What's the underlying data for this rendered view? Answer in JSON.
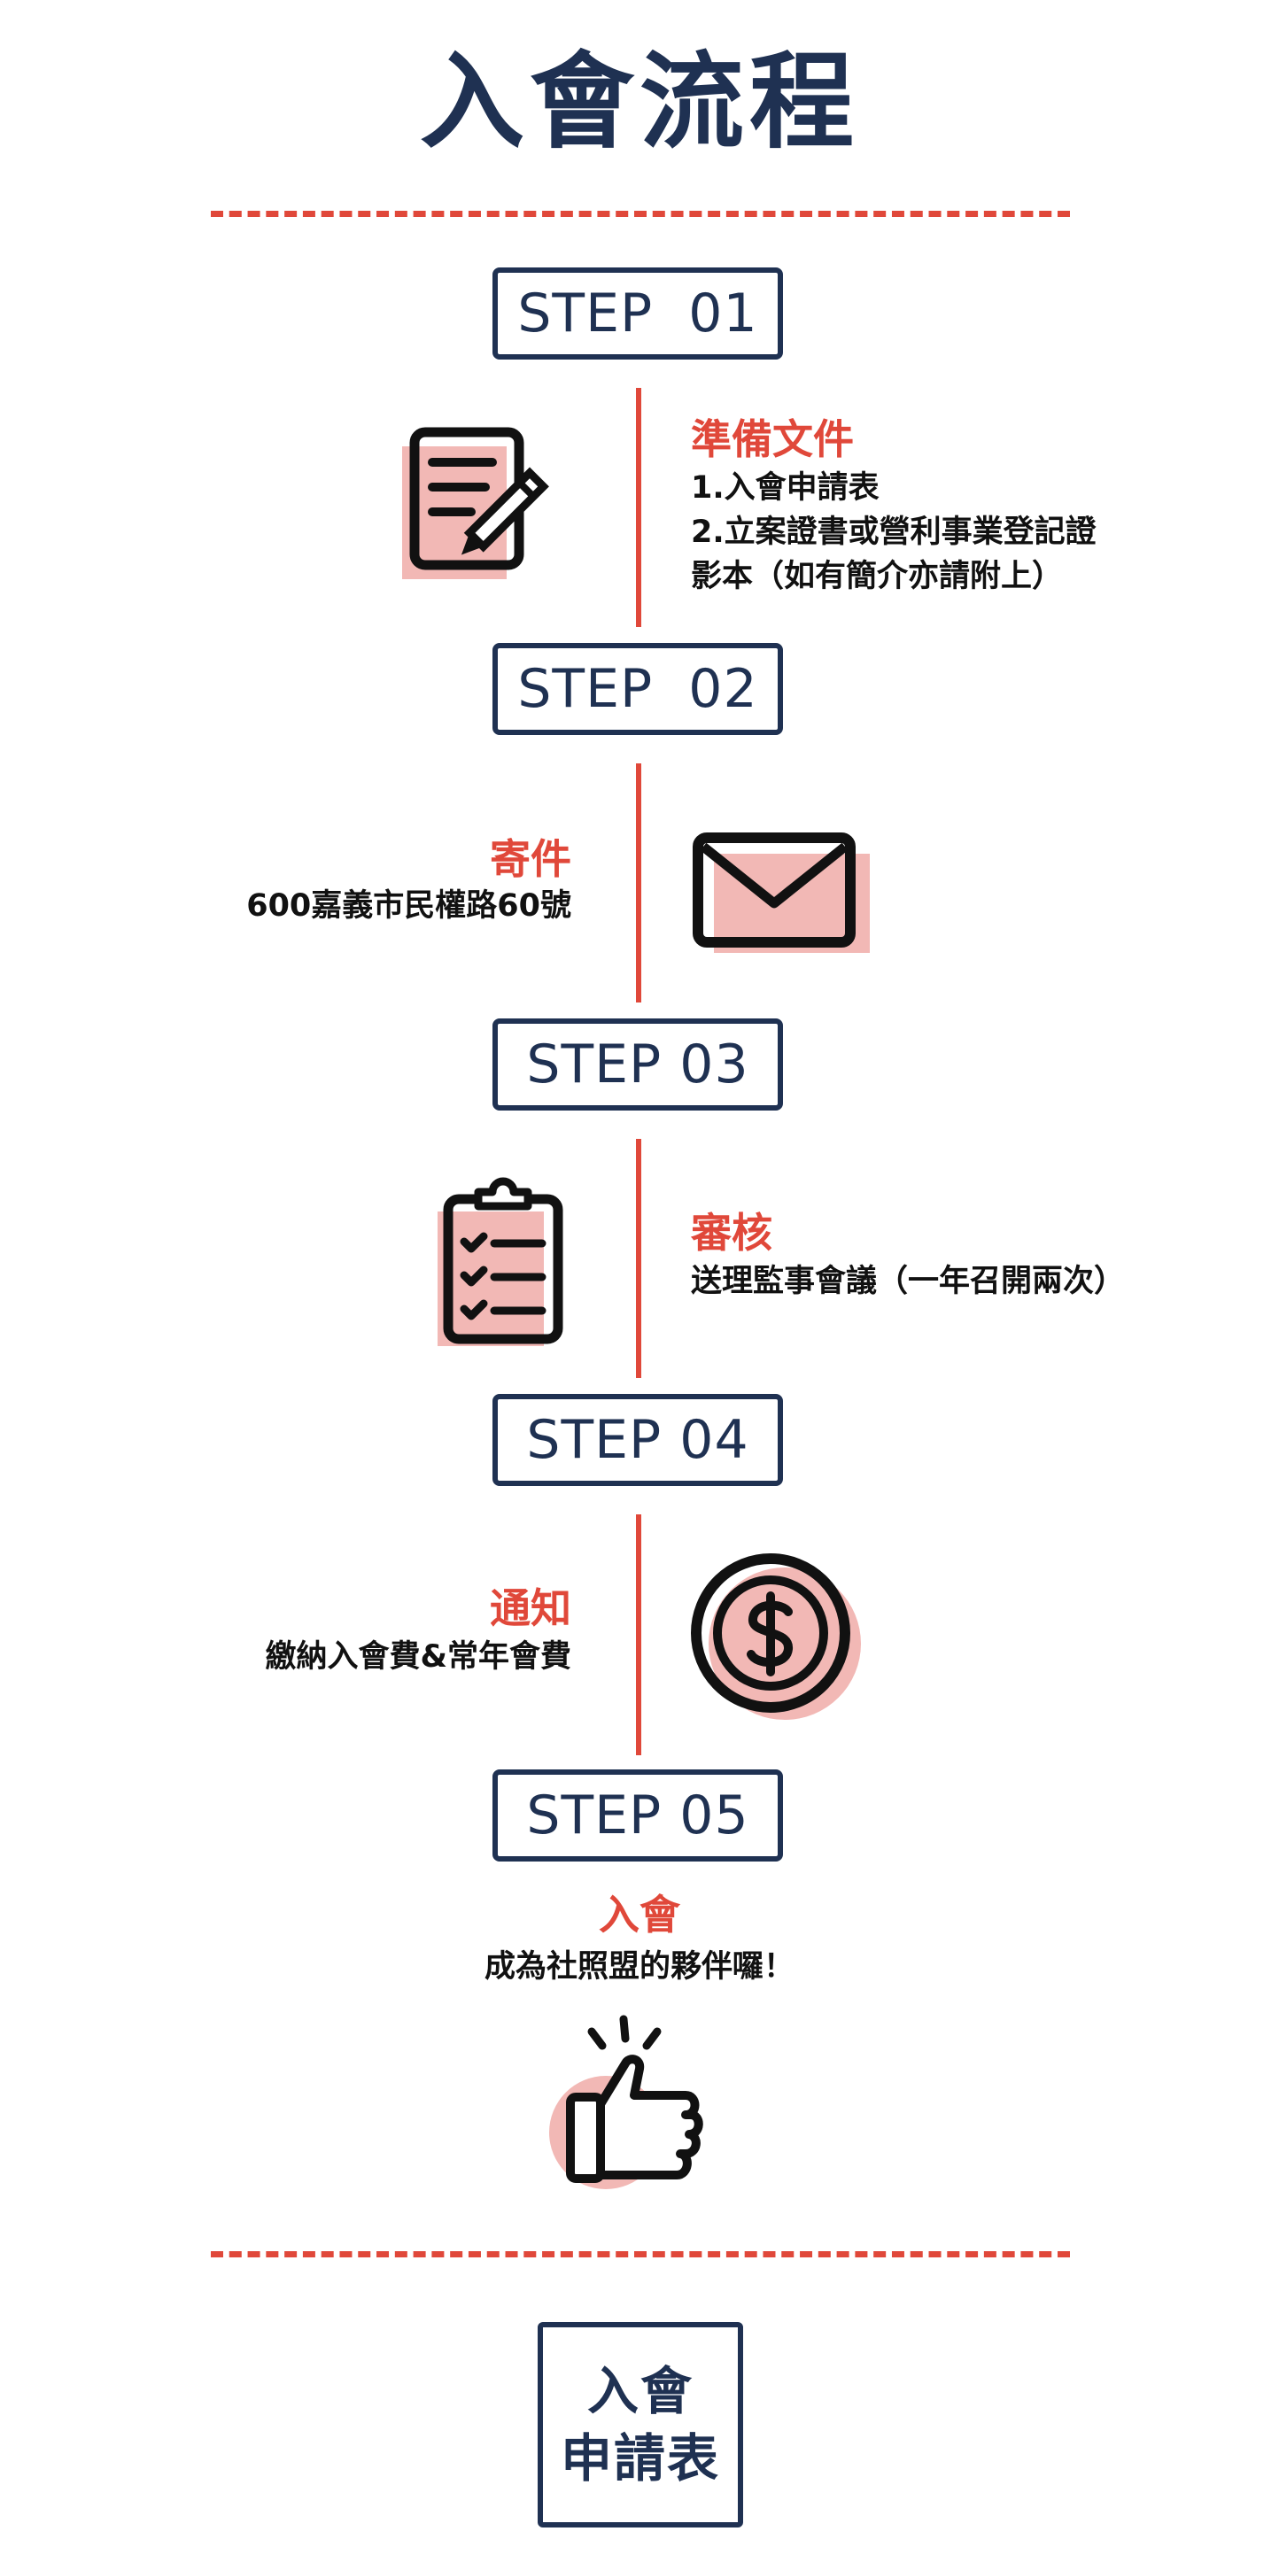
{
  "page": {
    "title": "入會流程"
  },
  "steps": [
    {
      "label": "STEP  01",
      "heading": "準備文件",
      "lines": [
        "1.入會申請表",
        "2.立案證書或營利事業登記證",
        "影本（如有簡介亦請附上）"
      ],
      "icon": "document-pen-icon"
    },
    {
      "label": "STEP  02",
      "heading": "寄件",
      "lines": [
        "600嘉義市民權路60號"
      ],
      "icon": "envelope-icon"
    },
    {
      "label": "STEP 03",
      "heading": "審核",
      "lines": [
        "送理監事會議（一年召開兩次）"
      ],
      "icon": "clipboard-checklist-icon"
    },
    {
      "label": "STEP 04",
      "heading": "通知",
      "lines": [
        "繳納入會費&常年會費"
      ],
      "icon": "dollar-coin-icon"
    },
    {
      "label": "STEP 05",
      "heading": "入會",
      "lines": [
        "成為社照盟的夥伴囉！"
      ],
      "icon": "thumbs-up-icon"
    }
  ],
  "join_button": {
    "line1": "入會",
    "line2": "申請表"
  },
  "colors": {
    "navy": "#1f3152",
    "accent_red": "#e0483a",
    "pink": "#f2b8b5"
  }
}
